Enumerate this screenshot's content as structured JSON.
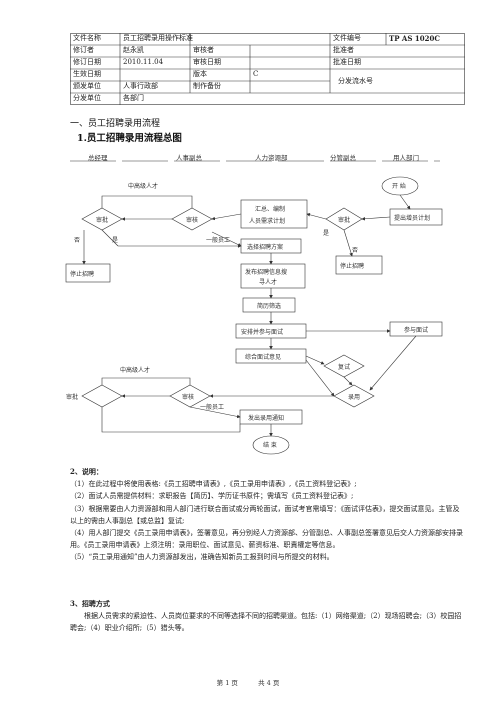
{
  "header_table": {
    "r1": {
      "k1": "文件名称",
      "v1": "员工招聘录用操作标准",
      "k2": "文件编号",
      "v2": "TP AS 1020C"
    },
    "r2": {
      "k1": "修订者",
      "v1": "赵永凯",
      "k2": "审核者",
      "k3": "批准者"
    },
    "r3": {
      "k1": "修订日期",
      "v1": "2010.11.04",
      "k2": "审核日期",
      "k3": "批准日期"
    },
    "r4": {
      "k1": "生效日期",
      "k2": "版本",
      "v2": "C"
    },
    "r5": {
      "k1": "颁发单位",
      "v1": "人事行政部",
      "k2": "制作备份"
    },
    "r6": {
      "k1": "分发单位",
      "v1": "各部门"
    },
    "dist_no": "分发流水号"
  },
  "section1_title": "一、员工招聘录用流程",
  "subsection_title": "1.员工招聘录用流程总图",
  "lanes": [
    "总经理",
    "人事副总",
    "人力资源部",
    "分管副总",
    "用人部门"
  ],
  "flow": {
    "start": "开  始",
    "demand": "提出增员计划",
    "approve_mgr": "审批",
    "no_hr": "否",
    "stop_right": "停止招聘",
    "summary_l1": "汇总、编制",
    "summary_l2": "人员需求计划",
    "yes_a": "是",
    "senior_label": "中高级人才",
    "review": "审核",
    "approve_gm": "审批",
    "no_gm": "否",
    "yes_gm": "是",
    "general_label": "一般员工",
    "stop_left": "停止招聘",
    "select": "选择招聘方案",
    "publish_l1": "发布招聘信息搜",
    "publish_l2": "寻人才",
    "screen": "简历筛选",
    "arrange": "安排并参与面试",
    "join_interview": "参与面试",
    "combine": "综合面试意见",
    "retest": "复试",
    "hire": "录用",
    "senior_label2": "中高级人才",
    "approve_gm2": "审批",
    "review2": "审核",
    "general_label2": "一般员工",
    "notice": "发出录用通知",
    "end": "结  束"
  },
  "section2": {
    "title": "2、说明：",
    "items": [
      "（1）在此过程中将使用表格:《员工招聘申请表》,《员工录用申请表》,《员工资料登记表》;",
      "（2）面试人员需提供材料：求职报告【简历】、学历证书原件；需填写《员工资料登记表》;",
      "（3）根据需要由人力资源部和用人部门进行联合面试或分两轮面试，面试考官需填写：《面试评估表》，提交面试意见。主管及以上的需由人事副总【或总监】复试;",
      "（4）用人部门提交《员工录用申请表》，签署意见，再分别经人力资源部、分管副总、人事副总签署意见后交人力资源部安排录用。《员工录用申请表》上须注明：录用职位、面试意见、薪资标准、职責權定等信息。",
      "（5）“员工录用通知”由人力资源部发出，准确告知新员工报到时间与所提交的材料。"
    ]
  },
  "section3": {
    "title": "3、招聘方式",
    "body": "根据人员需求的紧迫性、人员岗位要求的不同等选择不同的招聘渠道。包括:（1）网络渠道;（2）现场招聘会;（3）校园招聘会;（4）职业介绍所;（5）猎头等。"
  },
  "footer": {
    "page": "第  1  页",
    "total": "共  4  页"
  }
}
